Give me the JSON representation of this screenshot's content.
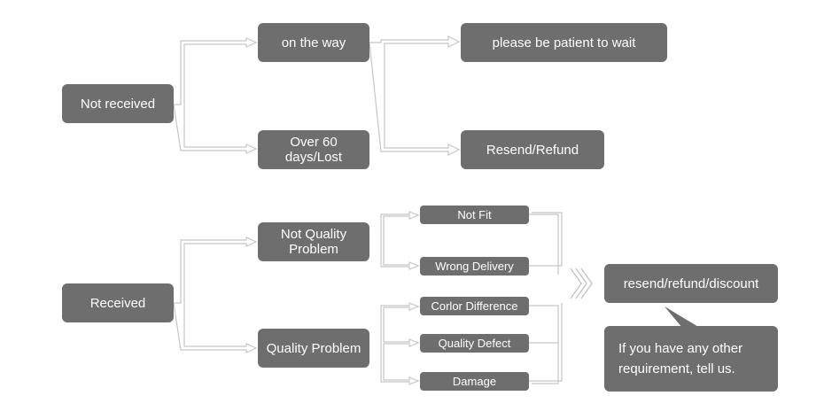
{
  "colors": {
    "box": "#6e6e6e",
    "text": "#ffffff",
    "connector": "#c6c6c6"
  },
  "nodes": {
    "not_received": "Not received",
    "on_the_way": "on the way",
    "over_60_days": "Over 60 days/Lost",
    "please_wait": "please be patient to wait",
    "resend_refund": "Resend/Refund",
    "received": "Received",
    "not_quality_problem": "Not Quality Problem",
    "quality_problem": "Quality Problem",
    "not_fit": "Not Fit",
    "wrong_delivery": "Wrong Delivery",
    "color_difference": "Corlor Difference",
    "quality_defect": "Quality Defect",
    "damage": "Damage",
    "outcome": "resend/refund/discount",
    "note": "If you have any other requirement, tell us."
  },
  "icons": {
    "merge": "double-chevron-right-icon",
    "connector": "hollow-arrow-icon"
  }
}
